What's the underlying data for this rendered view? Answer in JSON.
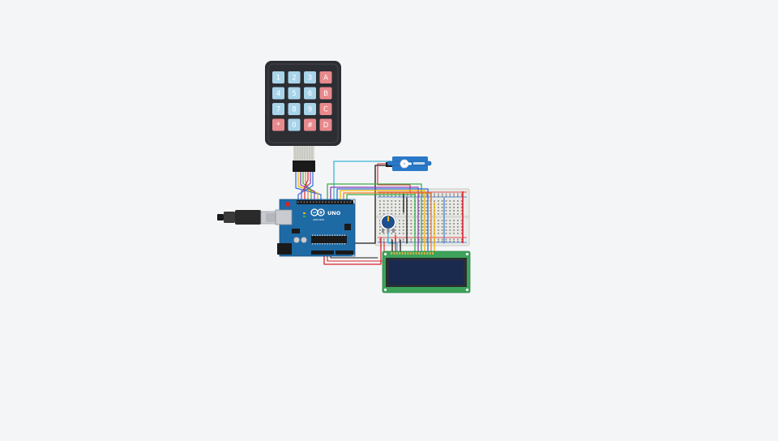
{
  "colors": {
    "canvas": "#f4f5f7",
    "keypad_frame": "#2c2e33",
    "key_blue": "#a8d4ea",
    "key_red": "#e8898c",
    "arduino_blue": "#1e6aa5",
    "breadboard": "#e9e9e6",
    "lcd_pcb": "#3da35a",
    "lcd_screen": "#1a2a4f",
    "servo_blue": "#2a78c8",
    "wire_red": "#d8232a",
    "wire_black": "#1a1a1a",
    "wire_cyan": "#3bb6d6",
    "wire_green": "#3aae4a",
    "wire_yellow": "#f0b400",
    "wire_orange": "#f07d1f",
    "wire_purple": "#8a3fb3",
    "wire_blue": "#2d6fd6"
  },
  "keypad": {
    "rows": [
      [
        "1",
        "2",
        "3",
        "A"
      ],
      [
        "4",
        "5",
        "6",
        "B"
      ],
      [
        "7",
        "8",
        "9",
        "C"
      ],
      [
        "*",
        "0",
        "#",
        "D"
      ]
    ]
  },
  "arduino": {
    "model_label": "UNO",
    "brand_label": "ARDUINO",
    "icon": "infinity-logo-icon"
  },
  "lcd": {
    "icon": "lcd-16x2-display"
  },
  "servo": {
    "icon": "micro-servo"
  },
  "potentiometer": {
    "icon": "potentiometer-knob"
  }
}
